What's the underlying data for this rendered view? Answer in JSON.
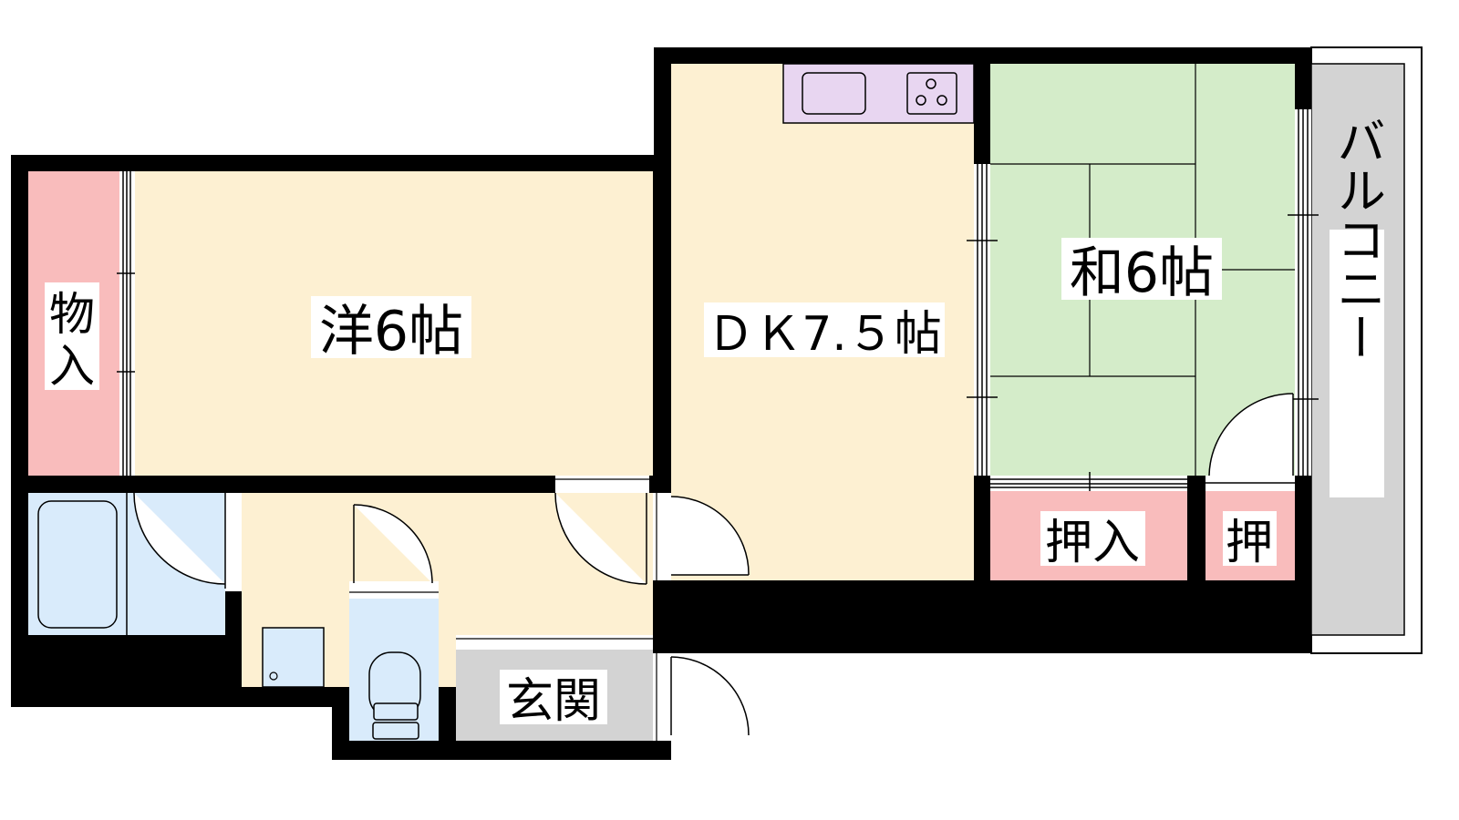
{
  "rooms": {
    "western": {
      "label": "洋6帖"
    },
    "dk": {
      "label": "ＤＫ7.５帖"
    },
    "japanese": {
      "label": "和6帖"
    },
    "storage": {
      "label_line1": "物",
      "label_line2": "入"
    },
    "closet_main": {
      "label": "押入"
    },
    "closet_small": {
      "label": "押"
    },
    "entrance": {
      "label": "玄関"
    },
    "balcony": {
      "label": "バルコニー"
    }
  },
  "colors": {
    "wall": "#000000",
    "western_floor": "#fdf0d2",
    "dk_floor": "#fdf0d2",
    "tatami": "#d4ecc9",
    "storage": "#f9bcbc",
    "bath": "#d9ebfb",
    "entrance_floor": "#d3d3d3",
    "kitchen_counter": "#e8d6f1",
    "balcony": "#d3d3d3"
  }
}
